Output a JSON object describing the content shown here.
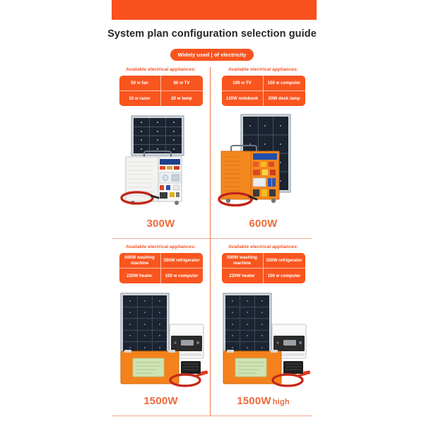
{
  "header": {
    "bar_color": "#f9501e",
    "title": "System plan configuration selection guide",
    "badge": "Widely used | of electricity"
  },
  "theme": {
    "orange": "#f9501e",
    "orange_light": "#f9551f",
    "label_orange": "#ee6b3b",
    "divider": "#f0a88c",
    "white": "#ffffff"
  },
  "appliance_heading": "Available electrical appliances:",
  "panels": [
    {
      "id": "panel-300w",
      "heading": "Available electrical appliances:",
      "appliances": [
        [
          "50 w fan",
          "80 w TV"
        ],
        [
          "10 w razor",
          "20 w lamp"
        ]
      ],
      "product": "white-generator-with-solar-panel",
      "wattage": "300W",
      "wattage_suffix": ""
    },
    {
      "id": "panel-600w",
      "heading": "Available electrical appliances:",
      "appliances": [
        [
          "100 w TV",
          "150 w computer"
        ],
        [
          "120W notebook",
          "20W desk lamp"
        ]
      ],
      "product": "orange-generator-with-solar-panel",
      "wattage": "600W",
      "wattage_suffix": ""
    },
    {
      "id": "panel-1500w",
      "heading": "Available electrical appliances:",
      "appliances": [
        [
          "500W washing machine",
          "350W refrigerator"
        ],
        [
          "220W heater",
          "100 w computer"
        ]
      ],
      "product": "solar-panel-inverter-battery-kit",
      "wattage": "1500W",
      "wattage_suffix": ""
    },
    {
      "id": "panel-1500w-high",
      "heading": "Available electrical appliances:",
      "appliances": [
        [
          "500W washing machine",
          "350W refrigerator"
        ],
        [
          "220W heater",
          "100 w computer"
        ]
      ],
      "product": "solar-panel-inverter-battery-kit",
      "wattage": "1500W",
      "wattage_suffix": "high"
    }
  ]
}
